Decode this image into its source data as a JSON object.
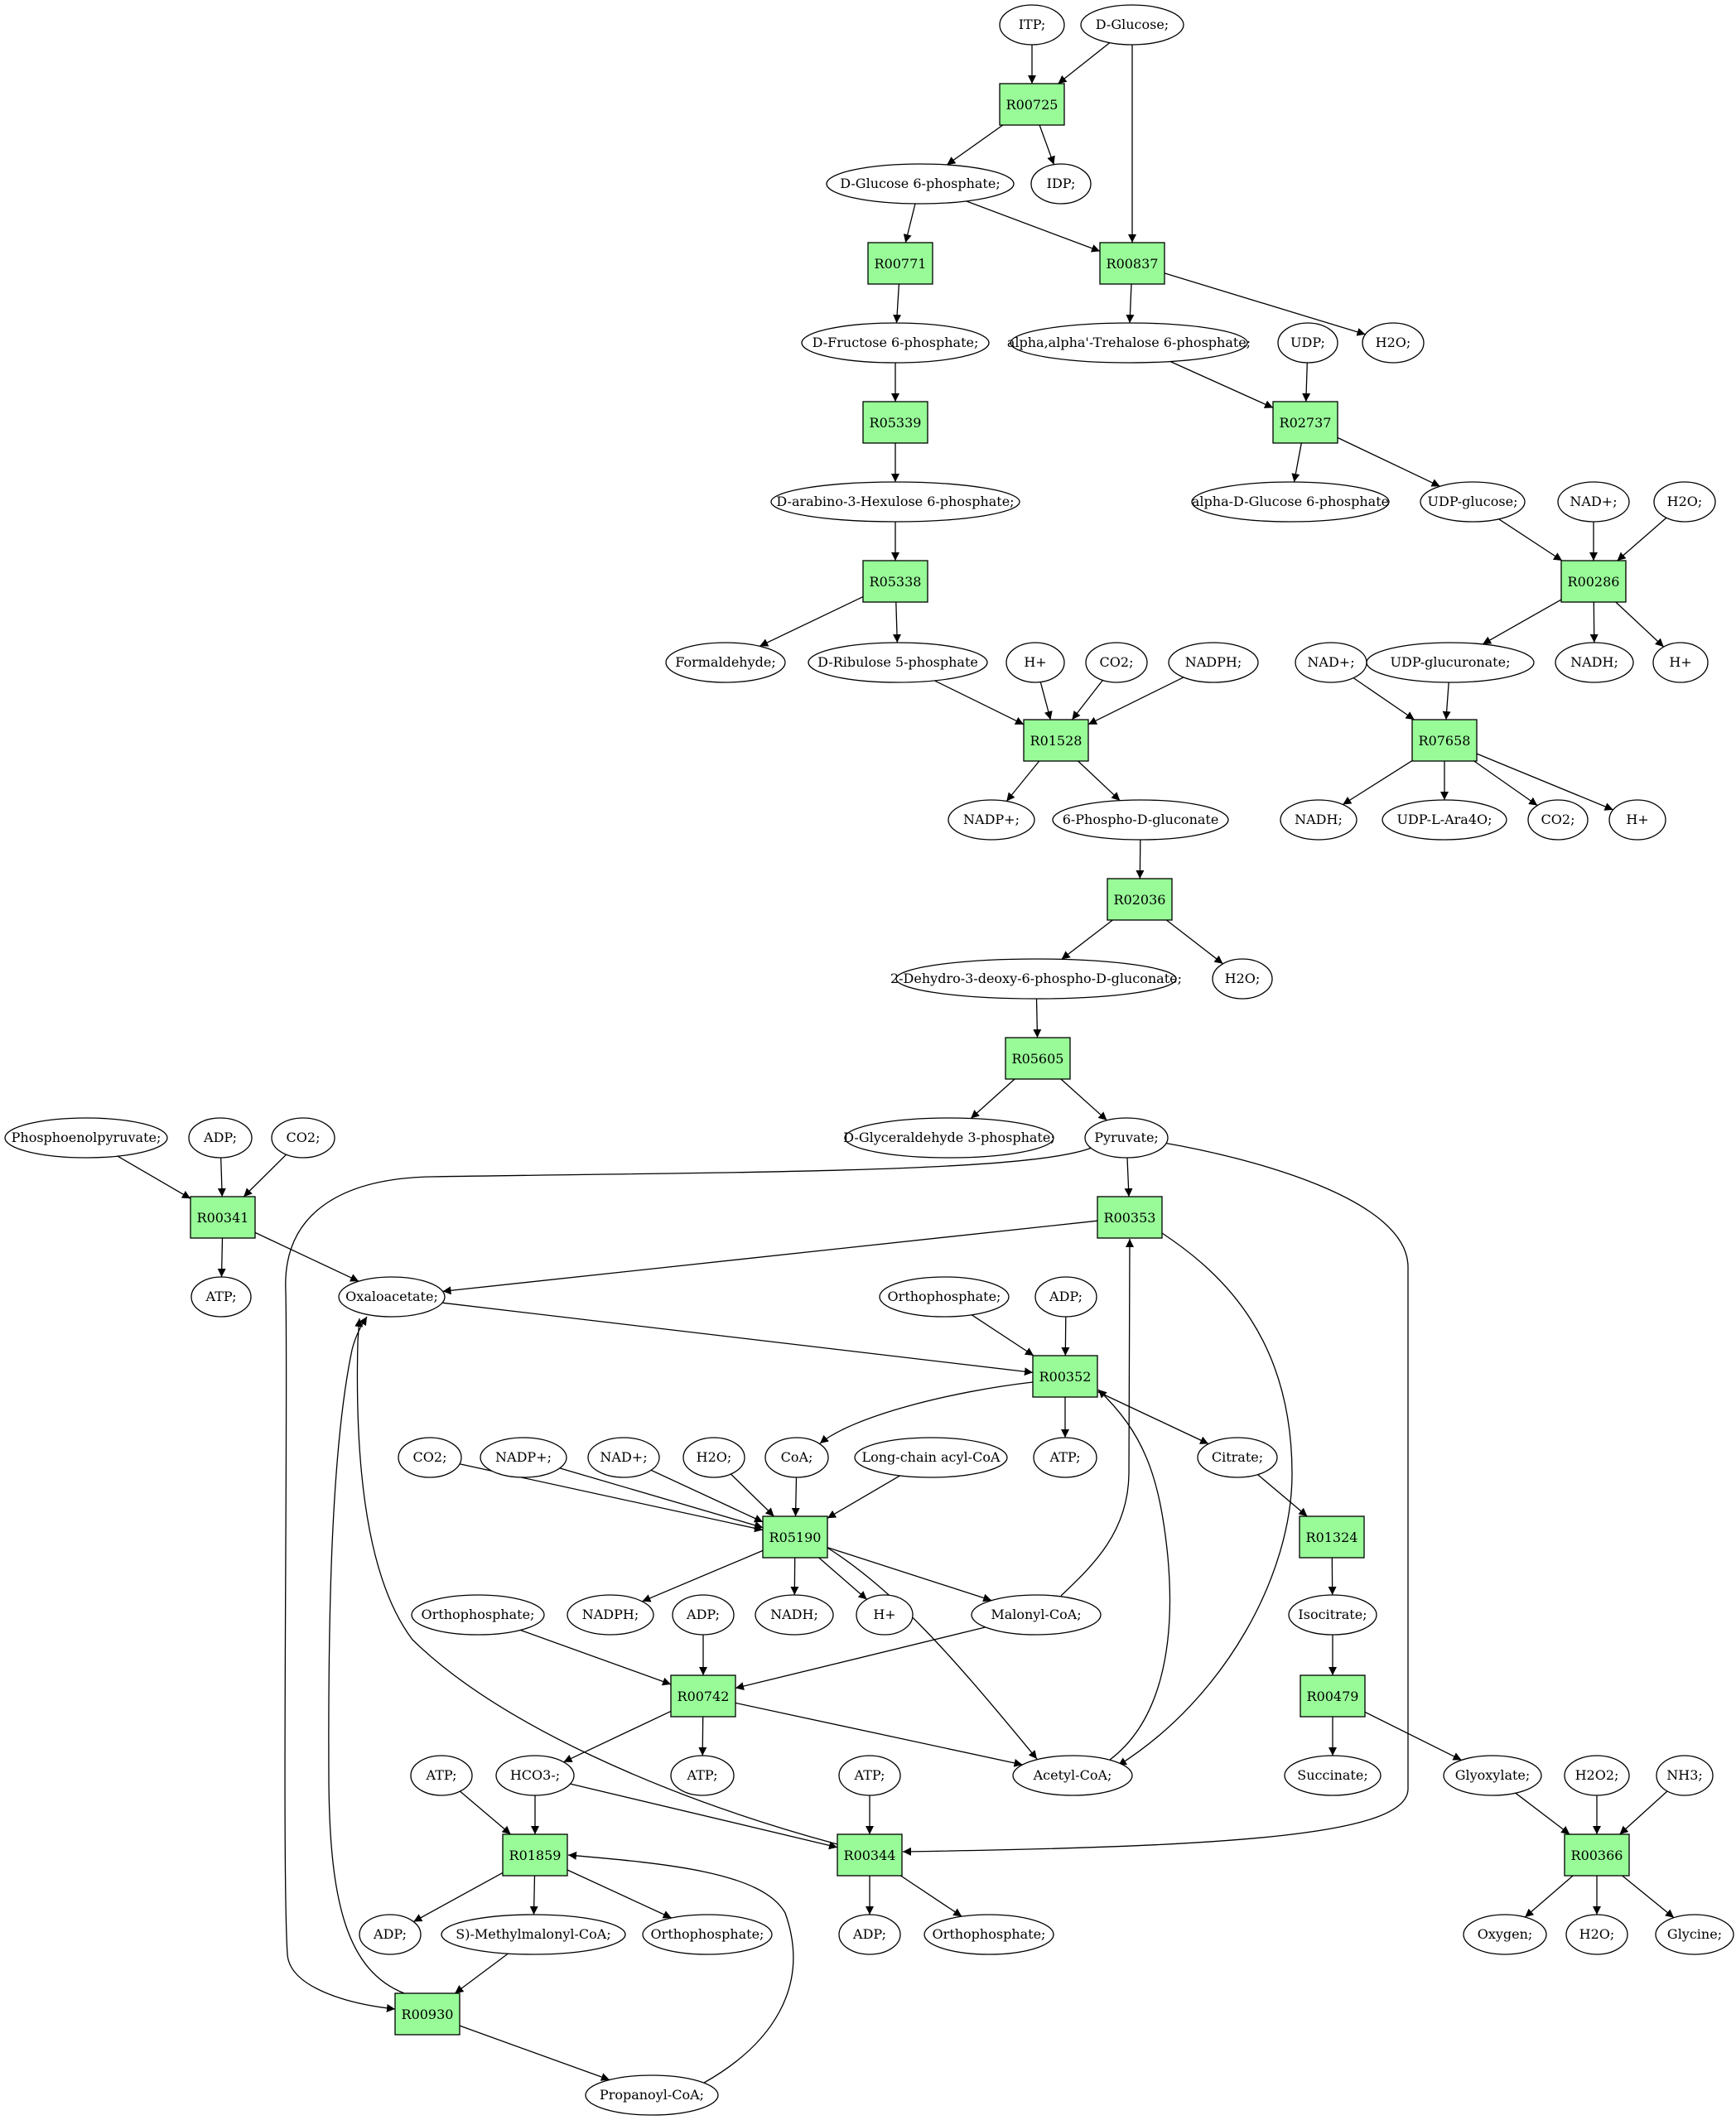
{
  "colors": {
    "reaction": "#98fb98",
    "metabolite": "#ffffff",
    "source": "#00ff00",
    "target": "#ffff00",
    "stroke": "#000000"
  },
  "reactions": [
    {
      "id": "r00725",
      "label": "R00725"
    },
    {
      "id": "r00771",
      "label": "R00771"
    },
    {
      "id": "r00837",
      "label": "R00837"
    },
    {
      "id": "r05339",
      "label": "R05339"
    },
    {
      "id": "r02737",
      "label": "R02737"
    },
    {
      "id": "r05338",
      "label": "R05338"
    },
    {
      "id": "r00286",
      "label": "R00286"
    },
    {
      "id": "r01528",
      "label": "R01528"
    },
    {
      "id": "r07658",
      "label": "R07658"
    },
    {
      "id": "r02036",
      "label": "R02036"
    },
    {
      "id": "r05605",
      "label": "R05605"
    },
    {
      "id": "r00341",
      "label": "R00341"
    },
    {
      "id": "r00353",
      "label": "R00353"
    },
    {
      "id": "r00352",
      "label": "R00352"
    },
    {
      "id": "r05190",
      "label": "R05190"
    },
    {
      "id": "r01324",
      "label": "R01324"
    },
    {
      "id": "r00742",
      "label": "R00742"
    },
    {
      "id": "r00479",
      "label": "R00479"
    },
    {
      "id": "r01859",
      "label": "R01859"
    },
    {
      "id": "r00344",
      "label": "R00344"
    },
    {
      "id": "r00366",
      "label": "R00366"
    },
    {
      "id": "r00930",
      "label": "R00930"
    }
  ],
  "metabolites": [
    {
      "id": "itp",
      "label": "ITP;"
    },
    {
      "id": "dglucose",
      "label": "D-Glucose;",
      "fill": "source"
    },
    {
      "id": "g6p",
      "label": "D-Glucose 6-phosphate;"
    },
    {
      "id": "idp",
      "label": "IDP;"
    },
    {
      "id": "f6p",
      "label": "D-Fructose 6-phosphate;"
    },
    {
      "id": "trehalose6p",
      "label": "alpha,alpha'-Trehalose 6-phosphate;"
    },
    {
      "id": "udp1",
      "label": "UDP;"
    },
    {
      "id": "h2o_top",
      "label": "H2O;"
    },
    {
      "id": "hexulose6p",
      "label": "D-arabino-3-Hexulose 6-phosphate;"
    },
    {
      "id": "adg6p",
      "label": "alpha-D-Glucose 6-phosphate"
    },
    {
      "id": "udpglucose",
      "label": "UDP-glucose;"
    },
    {
      "id": "nad_a",
      "label": "NAD+;"
    },
    {
      "id": "h2o_a",
      "label": "H2O;"
    },
    {
      "id": "formaldehyde",
      "label": "Formaldehyde;"
    },
    {
      "id": "ribulose5p",
      "label": "D-Ribulose 5-phosphate"
    },
    {
      "id": "hplus_a",
      "label": "H+"
    },
    {
      "id": "co2_a",
      "label": "CO2;"
    },
    {
      "id": "nadph_a",
      "label": "NADPH;"
    },
    {
      "id": "nad_b",
      "label": "NAD+;"
    },
    {
      "id": "udpglucuronate",
      "label": "UDP-glucuronate;"
    },
    {
      "id": "nadh_a",
      "label": "NADH;"
    },
    {
      "id": "hplus_b",
      "label": "H+"
    },
    {
      "id": "nadp_a",
      "label": "NADP+;"
    },
    {
      "id": "phosphogluconate",
      "label": "6-Phospho-D-gluconate"
    },
    {
      "id": "nadh_b",
      "label": "NADH;"
    },
    {
      "id": "udplara4o",
      "label": "UDP-L-Ara4O;"
    },
    {
      "id": "co2_b",
      "label": "CO2;"
    },
    {
      "id": "hplus_c",
      "label": "H+"
    },
    {
      "id": "kdpg",
      "label": "2-Dehydro-3-deoxy-6-phospho-D-gluconate;"
    },
    {
      "id": "h2o_b",
      "label": "H2O;"
    },
    {
      "id": "pep",
      "label": "Phosphoenolpyruvate;"
    },
    {
      "id": "adp_a",
      "label": "ADP;"
    },
    {
      "id": "co2_c",
      "label": "CO2;"
    },
    {
      "id": "g3p",
      "label": "D-Glyceraldehyde 3-phosphate;"
    },
    {
      "id": "pyruvate",
      "label": "Pyruvate;"
    },
    {
      "id": "atp_a",
      "label": "ATP;"
    },
    {
      "id": "oxaloacetate",
      "label": "Oxaloacetate;"
    },
    {
      "id": "orthophosphate_a",
      "label": "Orthophosphate;"
    },
    {
      "id": "adp_b",
      "label": "ADP;"
    },
    {
      "id": "co2_d",
      "label": "CO2;"
    },
    {
      "id": "nadp_b",
      "label": "NADP+;"
    },
    {
      "id": "nad_c",
      "label": "NAD+;"
    },
    {
      "id": "h2o_c",
      "label": "H2O;"
    },
    {
      "id": "coa",
      "label": "CoA;"
    },
    {
      "id": "lcacylcoa",
      "label": "Long-chain acyl-CoA"
    },
    {
      "id": "atp_b",
      "label": "ATP;"
    },
    {
      "id": "citrate",
      "label": "Citrate;"
    },
    {
      "id": "orthophosphate_b",
      "label": "Orthophosphate;"
    },
    {
      "id": "nadph_b",
      "label": "NADPH;"
    },
    {
      "id": "adp_c",
      "label": "ADP;"
    },
    {
      "id": "nadh_c",
      "label": "NADH;"
    },
    {
      "id": "hplus_d",
      "label": "H+"
    },
    {
      "id": "malonylcoa",
      "label": "Malonyl-CoA;"
    },
    {
      "id": "isocitrate",
      "label": "Isocitrate;"
    },
    {
      "id": "atp_c",
      "label": "ATP;"
    },
    {
      "id": "hco3",
      "label": "HCO3-;"
    },
    {
      "id": "atp_d",
      "label": "ATP;"
    },
    {
      "id": "atp_e",
      "label": "ATP;"
    },
    {
      "id": "acetylcoa",
      "label": "Acetyl-CoA;"
    },
    {
      "id": "succinate",
      "label": "Succinate;"
    },
    {
      "id": "glyoxylate",
      "label": "Glyoxylate;"
    },
    {
      "id": "h2o2",
      "label": "H2O2;"
    },
    {
      "id": "nh3",
      "label": "NH3;"
    },
    {
      "id": "adp_d",
      "label": "ADP;"
    },
    {
      "id": "smethylmalonylcoa",
      "label": "S)-Methylmalonyl-CoA;"
    },
    {
      "id": "orthophosphate_c",
      "label": "Orthophosphate;"
    },
    {
      "id": "adp_e",
      "label": "ADP;"
    },
    {
      "id": "orthophosphate_d",
      "label": "Orthophosphate;"
    },
    {
      "id": "oxygen",
      "label": "Oxygen;"
    },
    {
      "id": "h2o_d",
      "label": "H2O;"
    },
    {
      "id": "glycine",
      "label": "Glycine;",
      "fill": "target"
    },
    {
      "id": "propanoylcoa",
      "label": "Propanoyl-CoA;"
    }
  ],
  "edges": [
    [
      "itp",
      "r00725"
    ],
    [
      "dglucose",
      "r00725"
    ],
    [
      "r00725",
      "g6p"
    ],
    [
      "r00725",
      "idp"
    ],
    [
      "g6p",
      "r00771"
    ],
    [
      "g6p",
      "r00837"
    ],
    [
      "dglucose",
      "r00837"
    ],
    [
      "r00771",
      "f6p"
    ],
    [
      "r00837",
      "trehalose6p"
    ],
    [
      "r00837",
      "h2o_top"
    ],
    [
      "f6p",
      "r05339"
    ],
    [
      "r05339",
      "hexulose6p"
    ],
    [
      "trehalose6p",
      "r02737"
    ],
    [
      "udp1",
      "r02737"
    ],
    [
      "r02737",
      "adg6p"
    ],
    [
      "r02737",
      "udpglucose"
    ],
    [
      "hexulose6p",
      "r05338"
    ],
    [
      "r05338",
      "formaldehyde"
    ],
    [
      "r05338",
      "ribulose5p"
    ],
    [
      "udpglucose",
      "r00286"
    ],
    [
      "nad_a",
      "r00286"
    ],
    [
      "h2o_a",
      "r00286"
    ],
    [
      "r00286",
      "udpglucuronate"
    ],
    [
      "r00286",
      "nadh_a"
    ],
    [
      "r00286",
      "hplus_b"
    ],
    [
      "ribulose5p",
      "r01528"
    ],
    [
      "hplus_a",
      "r01528"
    ],
    [
      "co2_a",
      "r01528"
    ],
    [
      "nadph_a",
      "r01528"
    ],
    [
      "r01528",
      "nadp_a"
    ],
    [
      "r01528",
      "phosphogluconate"
    ],
    [
      "nad_b",
      "r07658"
    ],
    [
      "udpglucuronate",
      "r07658"
    ],
    [
      "r07658",
      "nadh_b"
    ],
    [
      "r07658",
      "udplara4o"
    ],
    [
      "r07658",
      "co2_b"
    ],
    [
      "r07658",
      "hplus_c"
    ],
    [
      "phosphogluconate",
      "r02036"
    ],
    [
      "r02036",
      "kdpg"
    ],
    [
      "r02036",
      "h2o_b"
    ],
    [
      "kdpg",
      "r05605"
    ],
    [
      "r05605",
      "g3p"
    ],
    [
      "r05605",
      "pyruvate"
    ],
    [
      "pep",
      "r00341"
    ],
    [
      "adp_a",
      "r00341"
    ],
    [
      "co2_c",
      "r00341"
    ],
    [
      "r00341",
      "atp_a"
    ],
    [
      "r00341",
      "oxaloacetate"
    ],
    [
      "pyruvate",
      "r00353"
    ],
    [
      "malonylcoa",
      "r00353"
    ],
    [
      "r00353",
      "oxaloacetate"
    ],
    [
      "r00353",
      "acetylcoa"
    ],
    [
      "oxaloacetate",
      "r00352"
    ],
    [
      "orthophosphate_a",
      "r00352"
    ],
    [
      "adp_b",
      "r00352"
    ],
    [
      "acetylcoa",
      "r00352"
    ],
    [
      "r00352",
      "atp_b"
    ],
    [
      "r00352",
      "citrate"
    ],
    [
      "r00352",
      "coa"
    ],
    [
      "co2_d",
      "r05190"
    ],
    [
      "nadp_b",
      "r05190"
    ],
    [
      "nad_c",
      "r05190"
    ],
    [
      "h2o_c",
      "r05190"
    ],
    [
      "coa",
      "r05190"
    ],
    [
      "lcacylcoa",
      "r05190"
    ],
    [
      "r05190",
      "nadph_b"
    ],
    [
      "r05190",
      "nadh_c"
    ],
    [
      "r05190",
      "hplus_d"
    ],
    [
      "r05190",
      "malonylcoa"
    ],
    [
      "r05190",
      "acetylcoa"
    ],
    [
      "citrate",
      "r01324"
    ],
    [
      "r01324",
      "isocitrate"
    ],
    [
      "orthophosphate_b",
      "r00742"
    ],
    [
      "adp_c",
      "r00742"
    ],
    [
      "malonylcoa",
      "r00742"
    ],
    [
      "r00742",
      "hco3"
    ],
    [
      "r00742",
      "atp_c"
    ],
    [
      "r00742",
      "acetylcoa"
    ],
    [
      "isocitrate",
      "r00479"
    ],
    [
      "r00479",
      "succinate"
    ],
    [
      "r00479",
      "glyoxylate"
    ],
    [
      "atp_d",
      "r01859"
    ],
    [
      "hco3",
      "r01859"
    ],
    [
      "propanoylcoa",
      "r01859"
    ],
    [
      "r01859",
      "adp_d"
    ],
    [
      "r01859",
      "smethylmalonylcoa"
    ],
    [
      "r01859",
      "orthophosphate_c"
    ],
    [
      "atp_e",
      "r00344"
    ],
    [
      "hco3",
      "r00344"
    ],
    [
      "pyruvate",
      "r00344"
    ],
    [
      "r00344",
      "adp_e"
    ],
    [
      "r00344",
      "orthophosphate_d"
    ],
    [
      "r00344",
      "oxaloacetate"
    ],
    [
      "glyoxylate",
      "r00366"
    ],
    [
      "h2o2",
      "r00366"
    ],
    [
      "nh3",
      "r00366"
    ],
    [
      "r00366",
      "oxygen"
    ],
    [
      "r00366",
      "h2o_d"
    ],
    [
      "r00366",
      "glycine"
    ],
    [
      "smethylmalonylcoa",
      "r00930"
    ],
    [
      "pyruvate",
      "r00930"
    ],
    [
      "r00930",
      "oxaloacetate"
    ],
    [
      "r00930",
      "propanoylcoa"
    ]
  ]
}
